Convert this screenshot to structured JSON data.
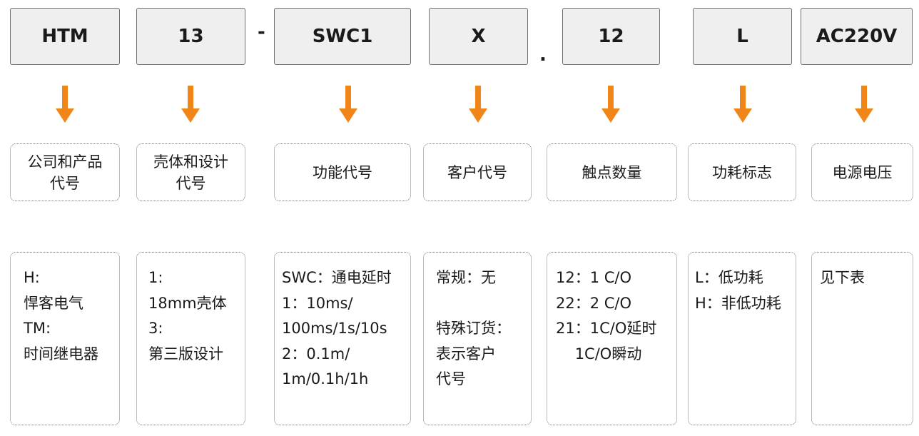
{
  "codes": [
    "HTM",
    "13",
    "SWC1",
    "X",
    "12",
    "L",
    "AC220V"
  ],
  "separators": [
    "-",
    "."
  ],
  "arrow_color": "#f0861a",
  "labels": [
    [
      "公司和产品",
      "代号"
    ],
    [
      "壳体和设计",
      "代号"
    ],
    [
      "功能代号"
    ],
    [
      "客户代号"
    ],
    [
      "触点数量"
    ],
    [
      "功耗标志"
    ],
    [
      "电源电压"
    ]
  ],
  "descriptions": [
    [
      "H:",
      "悍客电气",
      "TM:",
      "时间继电器"
    ],
    [
      "1:",
      "18mm壳体",
      "3:",
      "第三版设计"
    ],
    [
      "SWC：通电延时",
      "1：10ms/",
      "100ms/1s/10s",
      "2：0.1m/",
      "1m/0.1h/1h"
    ],
    [
      "常规：无",
      "",
      "特殊订货：",
      "表示客户",
      "代号"
    ],
    [
      "12：1 C/O",
      "22：2 C/O",
      "21：1C/O延时",
      "    1C/O瞬动"
    ],
    [
      "L：低功耗",
      "H：非低功耗"
    ],
    [
      "见下表"
    ]
  ]
}
